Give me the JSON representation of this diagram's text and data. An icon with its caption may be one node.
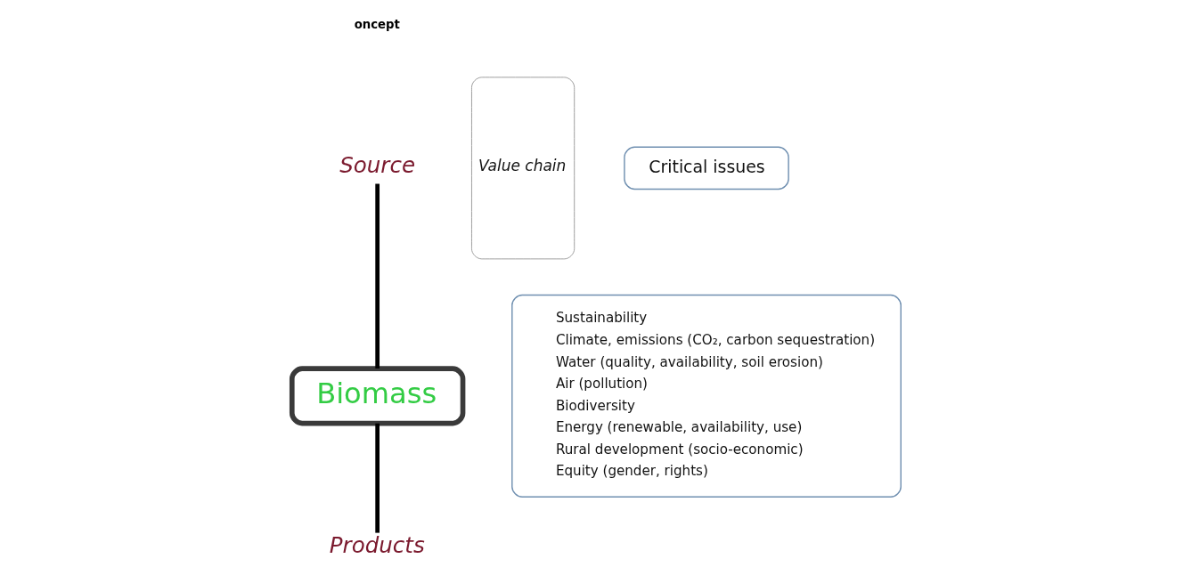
{
  "diagram": {
    "nodes": [
      {
        "text": [
          "Source"
        ]
      },
      {
        "text": [
          "Biomass"
        ]
      },
      {
        "text": [
          "Products"
        ]
      },
      {
        "text": [
          "Value chain"
        ]
      },
      {
        "text": [
          "Critical issues"
        ]
      },
      {
        "text": [
          "Sustainability",
          "Climate, emissions (CO₂, carbon sequestration)",
          "Water (quality, availability, soil erosion)",
          "Air (pollution)",
          "Biodiversity",
          "Energy (renewable, availability, use)",
          "Rural development (socio-economic)",
          "Equity (gender, rights)"
        ]
      }
    ],
    "edges": [
      {
        "from": 0,
        "to": 1,
        "arrow": "none"
      },
      {
        "from": 1,
        "to": 2,
        "arrow": "none"
      }
    ],
    "labels": [
      "oncept"
    ]
  }
}
